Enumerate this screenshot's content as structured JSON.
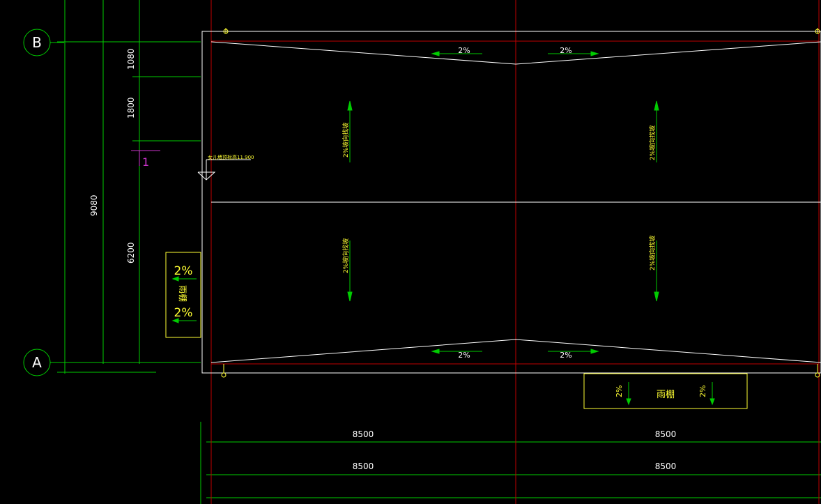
{
  "axes": {
    "b_label": "B",
    "a_label": "A"
  },
  "dimensions": {
    "left_total": "9080",
    "left_top": "1080",
    "left_mid": "1800",
    "left_bottom": "6200",
    "bottom_row1_left": "8500",
    "bottom_row1_right": "8500",
    "bottom_row2_left": "8500",
    "bottom_row2_right": "8500"
  },
  "roof": {
    "slope_top_left": "2%",
    "slope_top_right": "2%",
    "slope_bottom_left": "2%",
    "slope_bottom_right": "2%",
    "drain_ul": "2%坡向找坡",
    "drain_ur": "2%坡向找坡",
    "drain_ll": "2%坡向找坡",
    "drain_lr": "2%坡向找坡",
    "elevation_note": "女儿墙顶标高11.900",
    "section_mark": "1"
  },
  "canopy_left": {
    "slope_top": "2%",
    "label": "雨棚",
    "slope_bottom": "2%"
  },
  "canopy_bottom": {
    "slope_left": "2%",
    "label": "雨棚",
    "slope_right": "2%"
  },
  "colors": {
    "grid": "#00cc00",
    "outline": "#ffffff",
    "axis_red": "#c00000",
    "text_yellow": "#ffff33",
    "text_white": "#ffffff",
    "magenta": "#cc33cc"
  }
}
